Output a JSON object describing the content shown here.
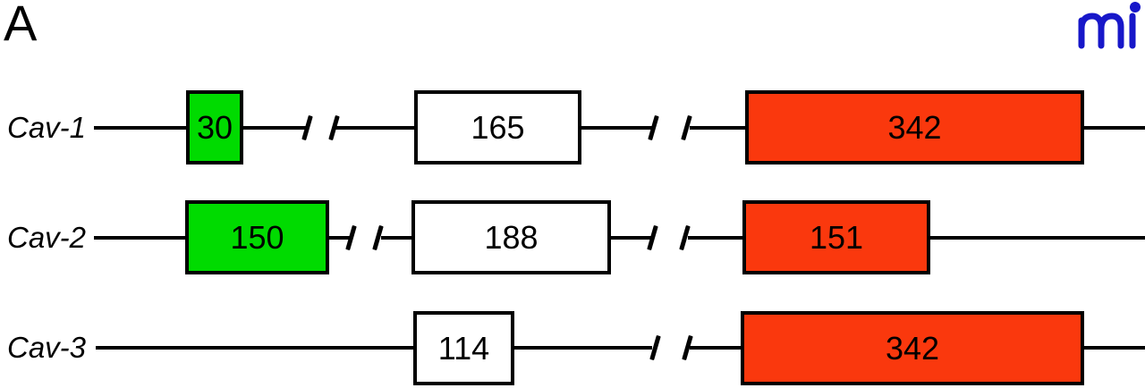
{
  "figure": {
    "panel_label": "A",
    "logo_text": "mi"
  },
  "colors": {
    "exon_green": "#00DB00",
    "exon_white": "#FFFFFF",
    "exon_red": "#FA380D",
    "line_black": "#000000",
    "logo_blue": "#1717C9"
  },
  "chart_data": {
    "type": "diagram",
    "subtype": "gene-exon-structure",
    "description": "Exon organization of caveolin genes; boxes are exons labeled with sizes, lines are introns, double slashes mark interrupted (long) introns",
    "genes": [
      {
        "name": "Cav-1",
        "exons": [
          {
            "size": 30,
            "fill": "green"
          },
          {
            "size": 165,
            "fill": "white"
          },
          {
            "size": 342,
            "fill": "red"
          }
        ],
        "intron_break_count": 2
      },
      {
        "name": "Cav-2",
        "exons": [
          {
            "size": 150,
            "fill": "green"
          },
          {
            "size": 188,
            "fill": "white"
          },
          {
            "size": 151,
            "fill": "red"
          }
        ],
        "intron_break_count": 2
      },
      {
        "name": "Cav-3",
        "exons": [
          {
            "size": 114,
            "fill": "white"
          },
          {
            "size": 342,
            "fill": "red"
          }
        ],
        "intron_break_count": 1
      }
    ]
  }
}
